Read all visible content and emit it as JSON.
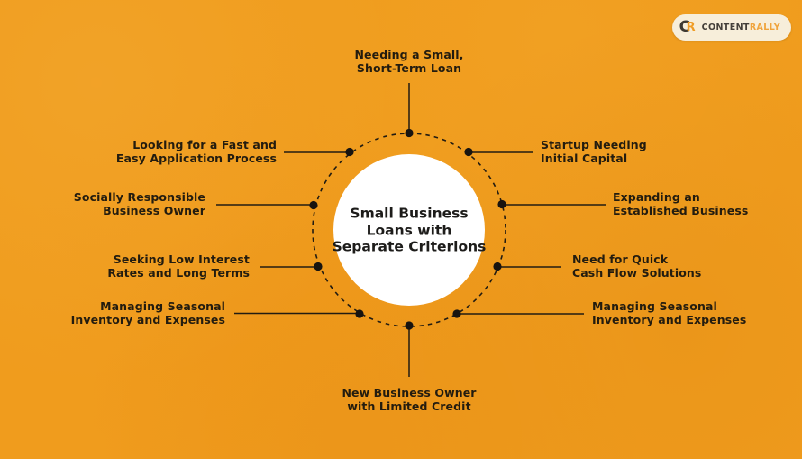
{
  "colors": {
    "background": "#F09C1D",
    "label_text": "#231C0F",
    "hub_fill": "#FFFFFF",
    "connector": "#221C12",
    "logo_pill": "#F7EEDA",
    "logo_dark_text": "#45403A",
    "logo_accent_text": "#F0A43C"
  },
  "logo": {
    "monogram_c": "C",
    "monogram_r": "R",
    "brand_dark": "CONTENT",
    "brand_accent": "RALLY"
  },
  "center": {
    "title": "Small Business\nLoans with\nSeparate Criterions"
  },
  "spokes": [
    {
      "id": "top",
      "label": "Needing a Small,\nShort-Term Loan"
    },
    {
      "id": "top-left",
      "label": "Looking for a Fast and\nEasy Application Process"
    },
    {
      "id": "left",
      "label": "Socially Responsible\nBusiness Owner"
    },
    {
      "id": "left-lower",
      "label": "Seeking Low Interest\nRates and Long Terms"
    },
    {
      "id": "bottom-left",
      "label": "Managing Seasonal\nInventory and Expenses"
    },
    {
      "id": "top-right",
      "label": "Startup Needing\nInitial Capital"
    },
    {
      "id": "right",
      "label": "Expanding an\nEstablished Business"
    },
    {
      "id": "right-lower",
      "label": "Need for Quick\nCash Flow Solutions"
    },
    {
      "id": "bottom-right",
      "label": "Managing Seasonal\nInventory and Expenses"
    },
    {
      "id": "bottom",
      "label": "New Business Owner\nwith Limited Credit"
    }
  ]
}
